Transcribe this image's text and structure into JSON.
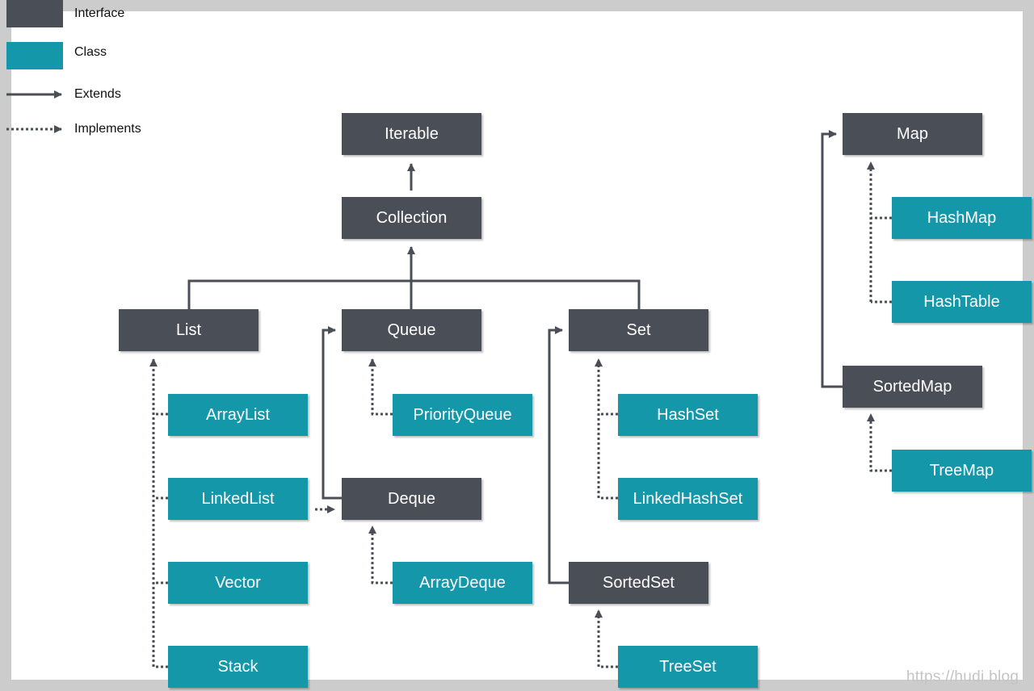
{
  "legend": {
    "interface": "Interface",
    "class": "Class",
    "extends": "Extends",
    "implements": "Implements"
  },
  "nodes": {
    "iterable": "Iterable",
    "collection": "Collection",
    "list": "List",
    "queue": "Queue",
    "set": "Set",
    "deque": "Deque",
    "sortedset": "SortedSet",
    "map": "Map",
    "sortedmap": "SortedMap",
    "arraylist": "ArrayList",
    "linkedlist": "LinkedList",
    "vector": "Vector",
    "stack": "Stack",
    "priorityqueue": "PriorityQueue",
    "arraydeque": "ArrayDeque",
    "hashset": "HashSet",
    "linkedhashset": "LinkedHashSet",
    "treeset": "TreeSet",
    "hashmap": "HashMap",
    "hashtable": "HashTable",
    "treemap": "TreeMap"
  },
  "colors": {
    "interface": "#4a4e56",
    "class": "#1597aa",
    "arrow": "#4a4e56"
  },
  "watermark": "https://hudi.blog"
}
